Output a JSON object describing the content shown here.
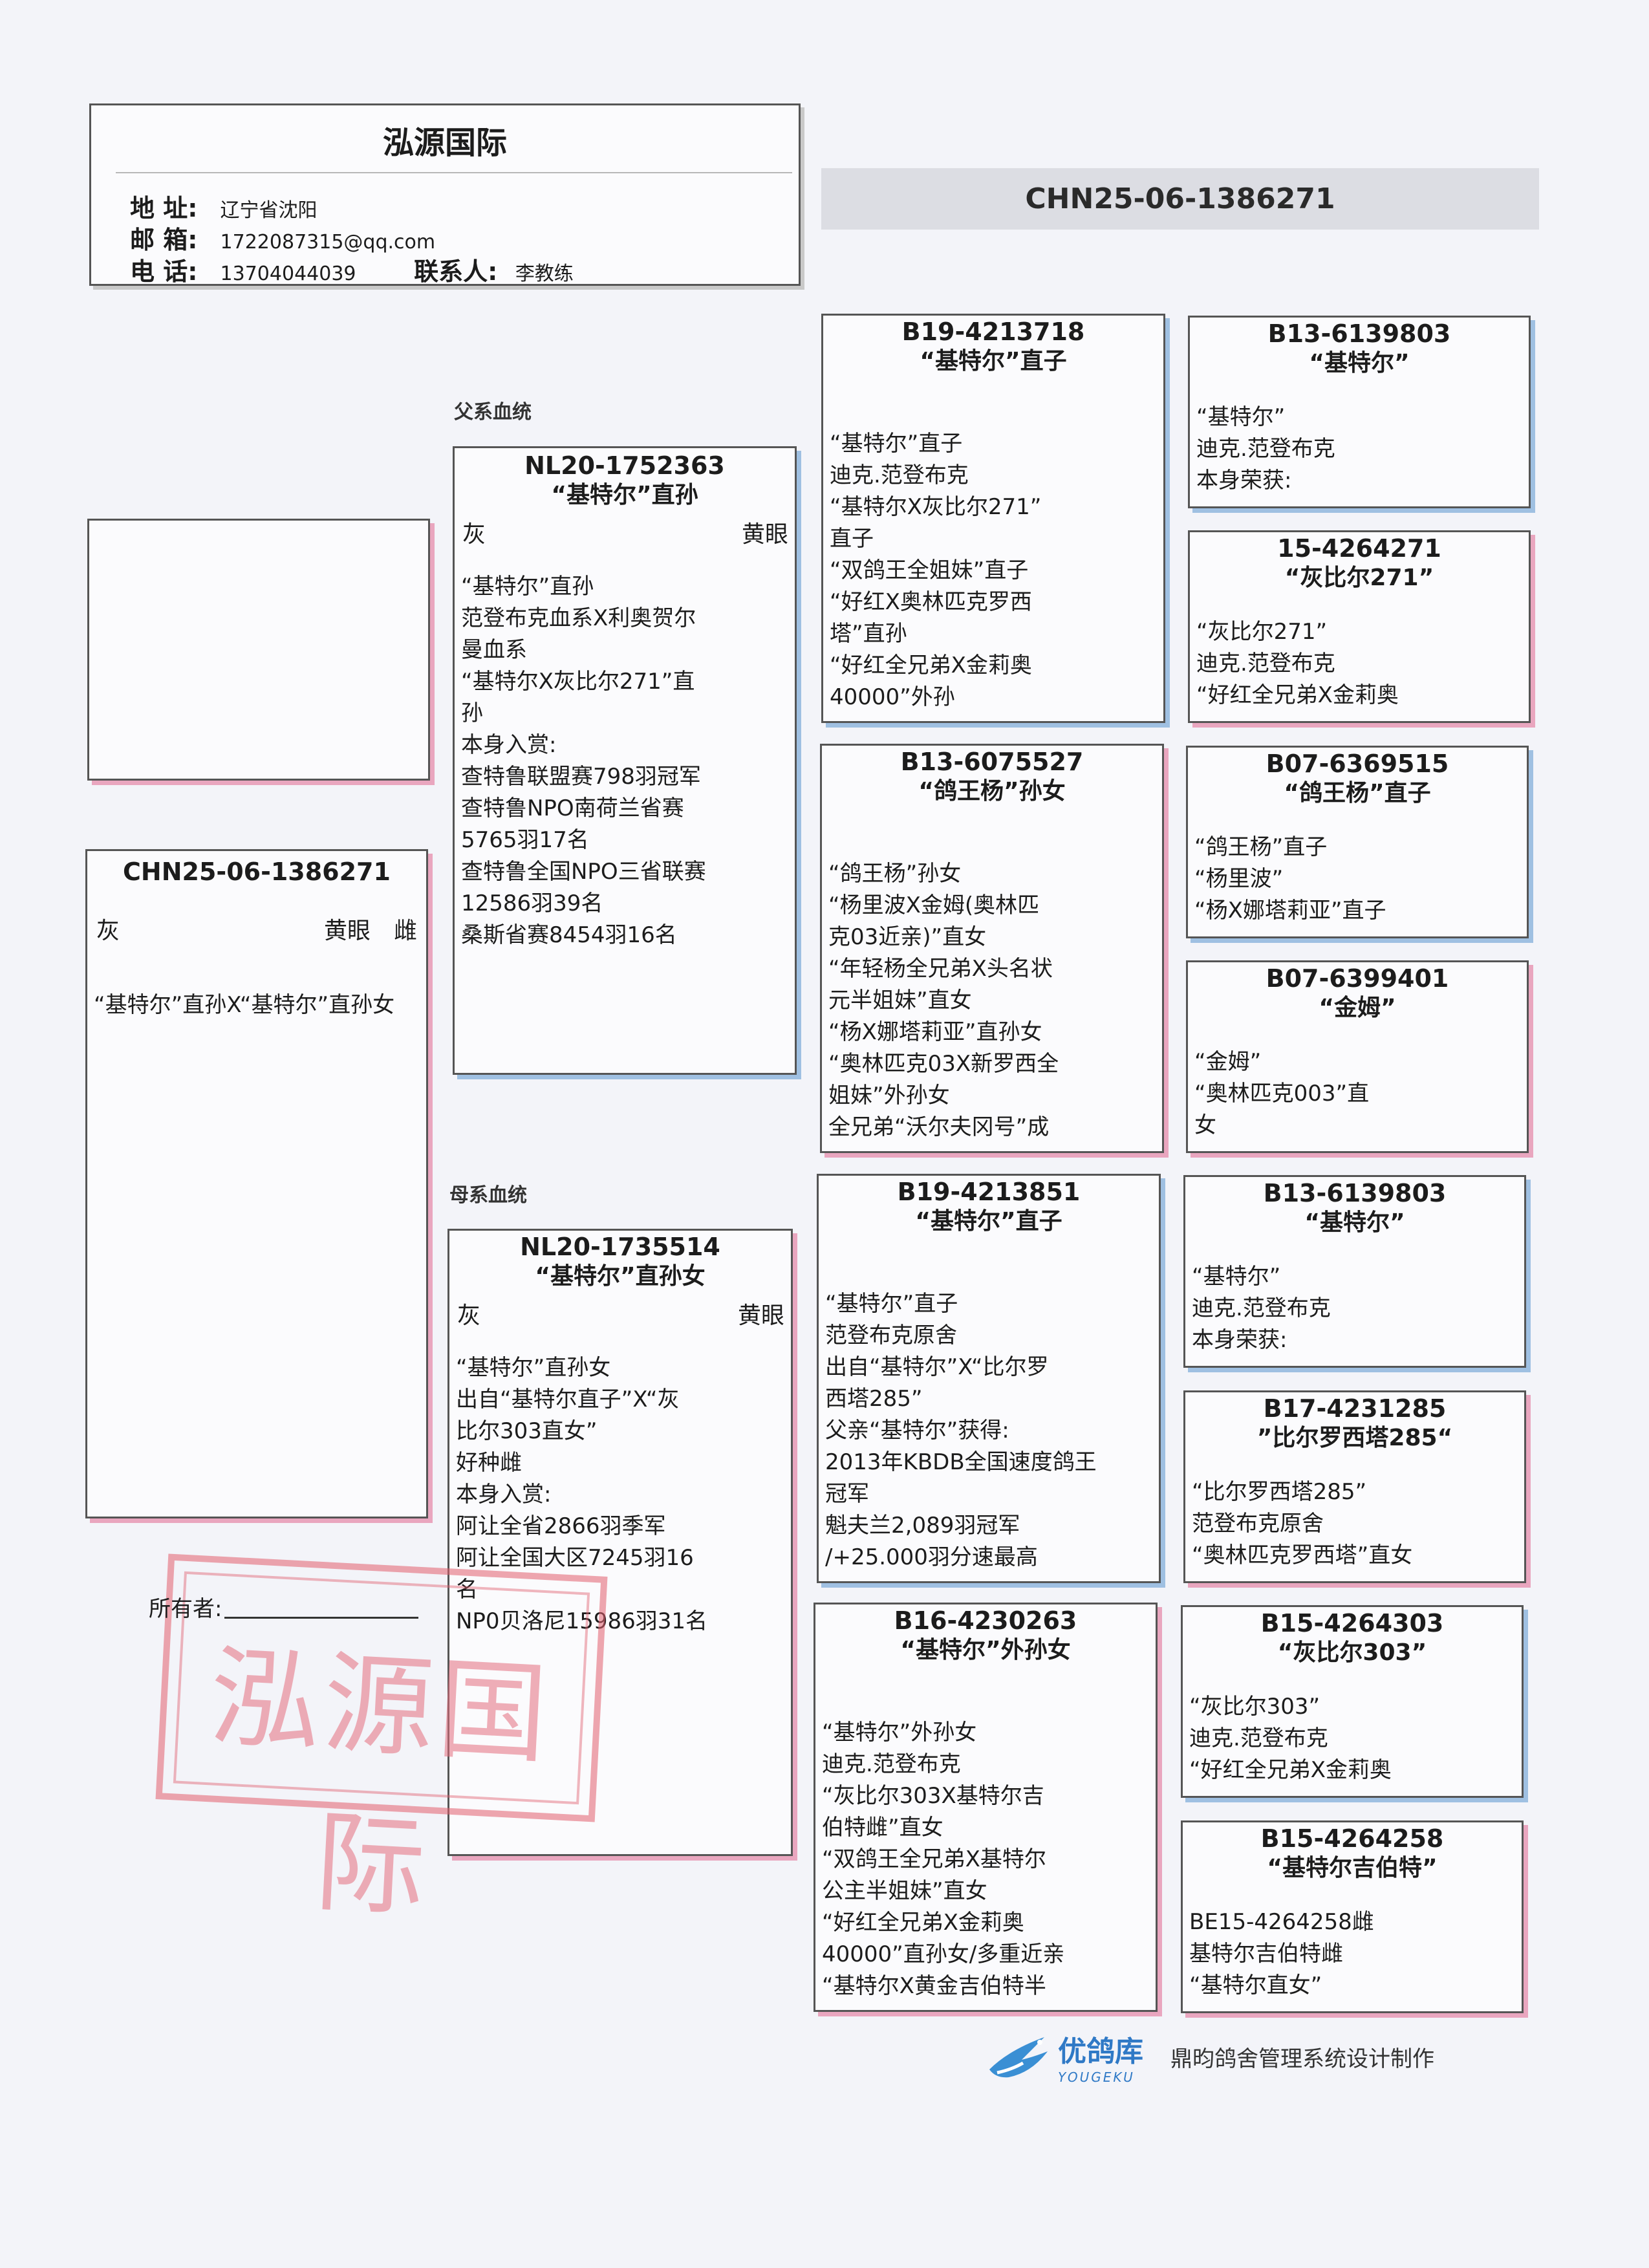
{
  "header": {
    "brand": "泓源国际",
    "address_label": "地 址:",
    "address": "辽宁省沈阳",
    "email_label": "邮 箱:",
    "email": "1722087315@qq.com",
    "phone_label": "电 话:",
    "phone": "13704044039",
    "contact_label": "联系人:",
    "contact": "李教练"
  },
  "id_bar": "CHN25-06-1386271",
  "labels": {
    "paternal": "父系血统",
    "maternal": "母系血统",
    "owner": "所有者:"
  },
  "stamp": "泓源国际",
  "subject": {
    "ring": "CHN25-06-1386271",
    "color": "灰",
    "eye_sex": "黄眼　雌",
    "desc": "“基特尔”直孙X“基特尔”直孙女"
  },
  "sire": {
    "ring": "NL20-1752363",
    "name": "“基特尔”直孙",
    "color": "灰",
    "eye": "黄眼",
    "text": "“基特尔”直孙\n范登布克血系X利奥贺尔\n曼血系\n“基特尔X灰比尔271”直\n孙\n本身入赏:\n查特鲁联盟赛798羽冠军\n查特鲁NPO南荷兰省赛\n5765羽17名\n查特鲁全国NPO三省联赛\n12586羽39名\n桑斯省赛8454羽16名"
  },
  "dam": {
    "ring": "NL20-1735514",
    "name": "“基特尔”直孙女",
    "color": "灰",
    "eye": "黄眼",
    "text": "“基特尔”直孙女\n出自“基特尔直子”X“灰\n比尔303直女”\n好种雌\n本身入赏:\n阿让全省2866羽季军\n阿让全国大区7245羽16\n名\nNP0贝洛尼15986羽31名"
  },
  "gen2": [
    {
      "ring": "B19-4213718",
      "name": "“基特尔”直子",
      "text": "“基特尔”直子\n迪克.范登布克\n“基特尔X灰比尔271”\n直子\n“双鸽王全姐妹”直子\n“好红X奥林匹克罗西\n塔”直孙\n“好红全兄弟X金莉奥\n40000”外孙"
    },
    {
      "ring": "B13-6075527",
      "name": "“鸽王杨”孙女",
      "text": "“鸽王杨”孙女\n“杨里波X金姆(奥林匹\n克03近亲)”直女\n“年轻杨全兄弟X头名状\n元半姐妹”直女\n“杨X娜塔莉亚”直孙女\n“奥林匹克03X新罗西全\n姐妹”外孙女\n全兄弟“沃尔夫冈号”成"
    },
    {
      "ring": "B19-4213851",
      "name": "“基特尔”直子",
      "text": "“基特尔”直子\n范登布克原舍\n出自“基特尔”X“比尔罗\n西塔285”\n父亲“基特尔”获得:\n2013年KBDB全国速度鸽王\n冠军\n魁夫兰2,089羽冠军\n/+25.000羽分速最高"
    },
    {
      "ring": "B16-4230263",
      "name": "“基特尔”外孙女",
      "text": "“基特尔”外孙女\n迪克.范登布克\n“灰比尔303X基特尔吉\n伯特雌”直女\n“双鸽王全兄弟X基特尔\n公主半姐妹”直女\n“好红全兄弟X金莉奥\n40000”直孙女/多重近亲\n“基特尔X黄金吉伯特半"
    }
  ],
  "gen3": [
    {
      "ring": "B13-6139803",
      "name": "“基特尔”",
      "text": "“基特尔”\n迪克.范登布克\n本身荣获:"
    },
    {
      "ring": "15-4264271",
      "name": "“灰比尔271”",
      "text": "“灰比尔271”\n迪克.范登布克\n“好红全兄弟X金莉奥"
    },
    {
      "ring": "B07-6369515",
      "name": "“鸽王杨”直子",
      "text": "“鸽王杨”直子\n“杨里波”\n“杨X娜塔莉亚”直子"
    },
    {
      "ring": "B07-6399401",
      "name": "“金姆”",
      "text": "“金姆”\n“奥林匹克003”直\n女"
    },
    {
      "ring": "B13-6139803",
      "name": "“基特尔”",
      "text": "“基特尔”\n迪克.范登布克\n本身荣获:"
    },
    {
      "ring": "B17-4231285",
      "name": "”比尔罗西塔285“",
      "text": "“比尔罗西塔285”\n范登布克原舍\n“奥林匹克罗西塔”直女"
    },
    {
      "ring": "B15-4264303",
      "name": "“灰比尔303”",
      "text": "“灰比尔303”\n迪克.范登布克\n“好红全兄弟X金莉奥"
    },
    {
      "ring": "B15-4264258",
      "name": "“基特尔吉伯特”",
      "text": "BE15-4264258雌\n基特尔吉伯特雌\n“基特尔直女”"
    }
  ],
  "footer": {
    "logo_cn": "优鸽库",
    "logo_en": "YOUGEKU",
    "credit": "鼎昀鸽舍管理系统设计制作"
  }
}
